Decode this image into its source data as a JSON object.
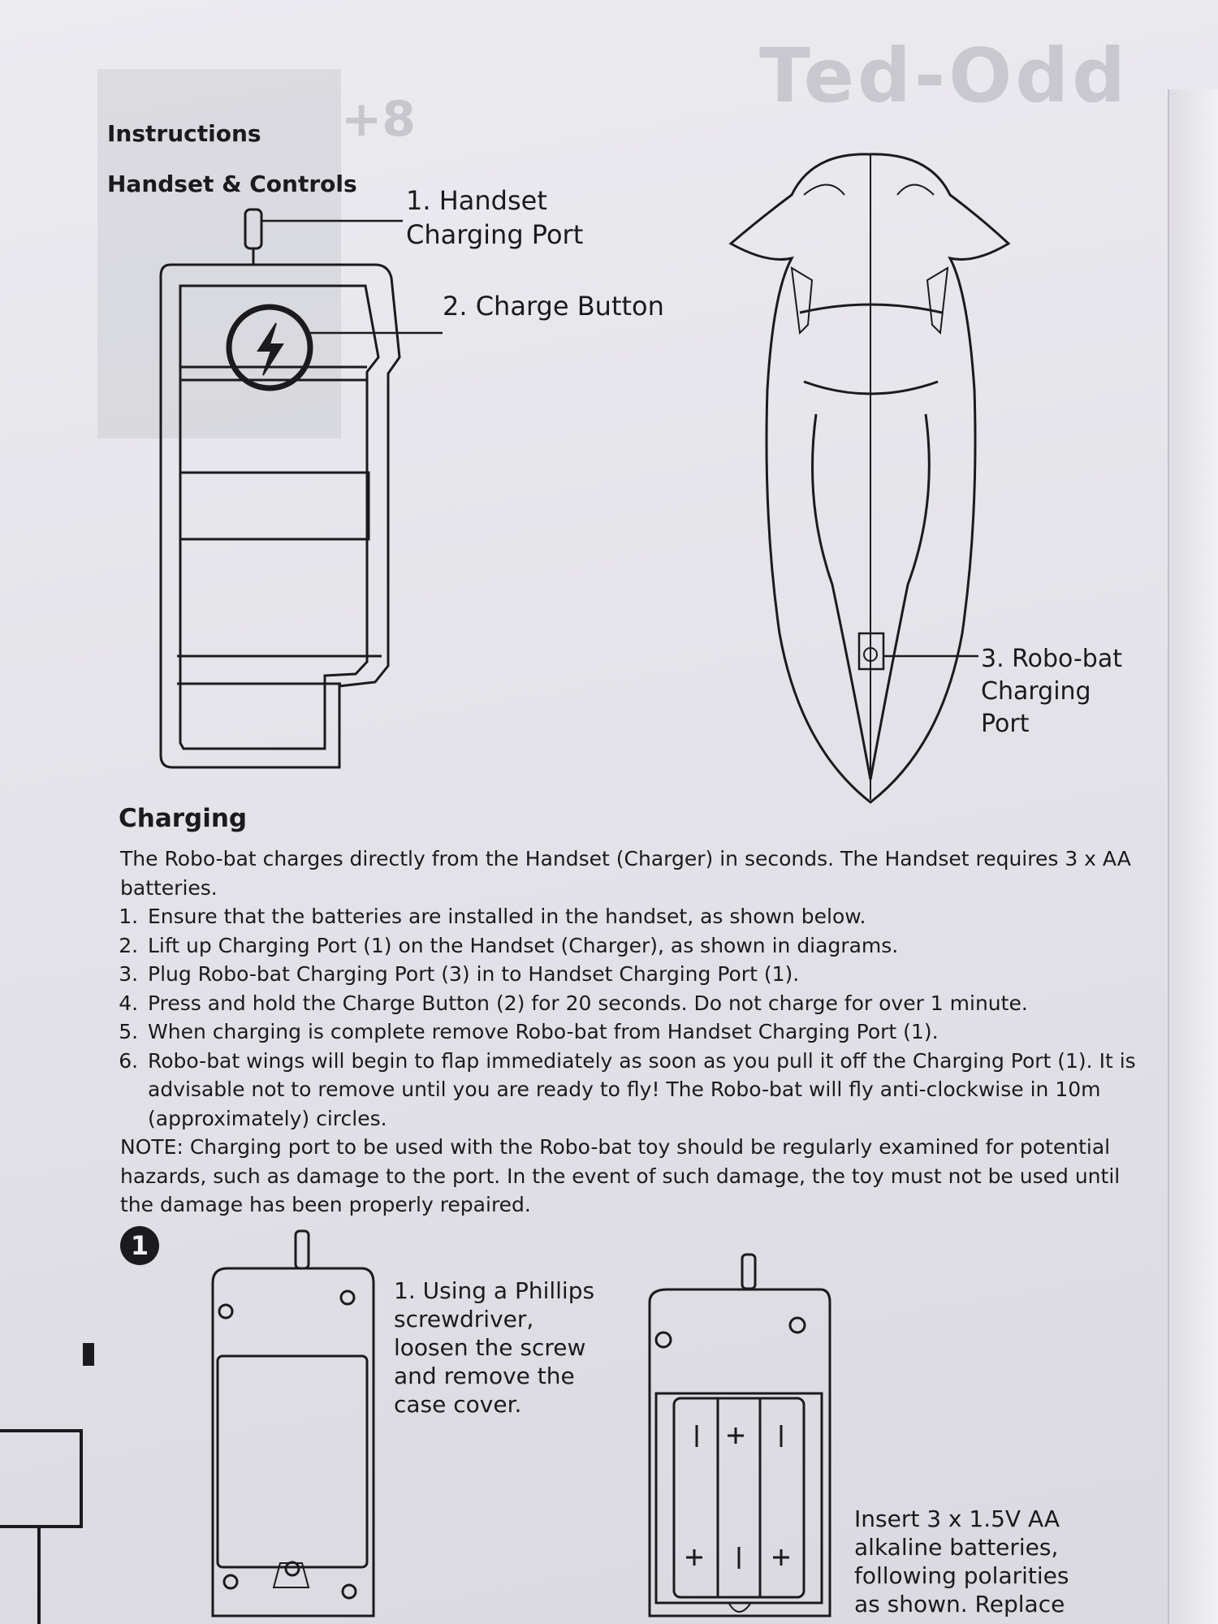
{
  "header": {
    "brand_mark": "Ted-Odd",
    "section_title": "Instructions",
    "subtitle": "Handset & Controls"
  },
  "callouts": {
    "handset_port": "1. Handset Charging Port",
    "charge_button": "2. Charge Button",
    "robobat_port": "3. Robo-bat Charging Port"
  },
  "charging": {
    "heading": "Charging",
    "intro": "The Robo-bat charges directly from the Handset (Charger) in seconds. The Handset requires 3 x AA batteries.",
    "steps": [
      "Ensure that the batteries are installed in the handset, as shown below.",
      "Lift up Charging Port (1) on the Handset (Charger), as shown in diagrams.",
      "Plug Robo-bat Charging Port (3) in to Handset Charging Port (1).",
      "Press and hold the Charge Button (2) for 20 seconds. Do not charge for over 1 minute.",
      "When charging is complete remove Robo-bat from Handset Charging Port (1).",
      "Robo-bat wings will begin to flap immediately as soon as you pull it off the Charging Port (1). It is advisable not to remove until you are ready to fly! The Robo-bat will fly anti-clockwise in 10m (approximately) circles."
    ],
    "note": "NOTE: Charging port to be used with the Robo-bat toy should be regularly examined for potential hazards, such as damage to the port. In the event of such damage, the toy must not be used until the damage has been properly repaired."
  },
  "battery_section": {
    "step_number": "1",
    "step_text": "1. Using a Phillips screwdriver, loosen the screw and remove the case cover.",
    "insert_text": "Insert 3 x 1.5V AA alkaline batteries, following polarities as shown. Replace"
  }
}
